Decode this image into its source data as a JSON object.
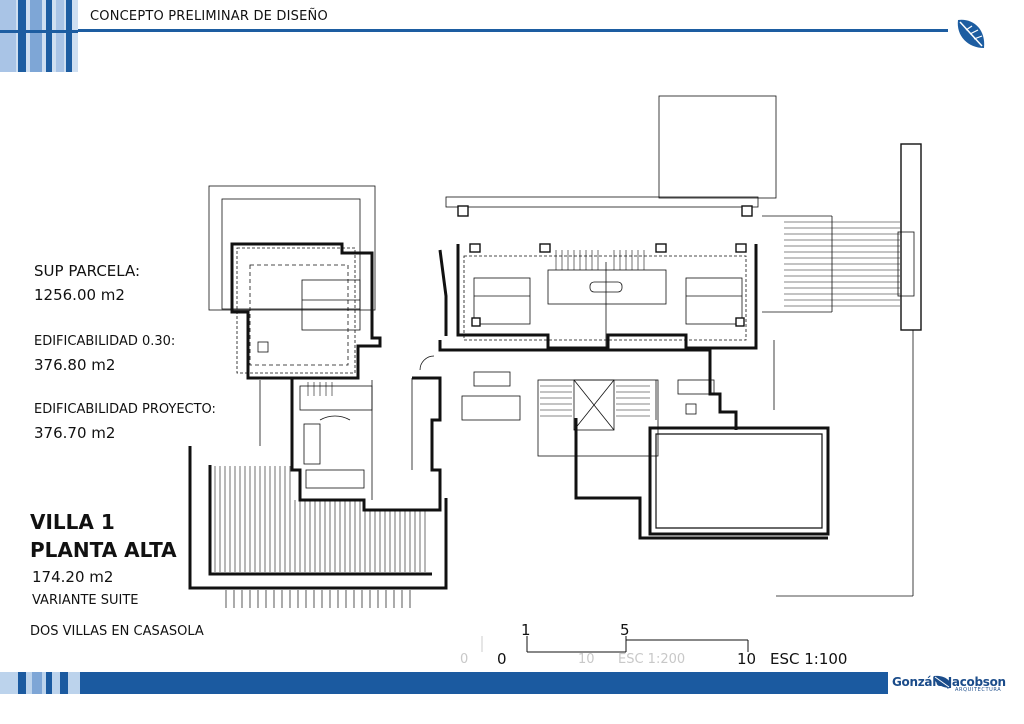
{
  "header": {
    "title": "CONCEPTO PRELIMINAR DE DISEÑO"
  },
  "plot_info": {
    "sup_parcela_label": "SUP PARCELA:",
    "sup_parcela_value": "1256.00 m2",
    "edificabilidad_label": "EDIFICABILIDAD 0.30:",
    "edificabilidad_value": "376.80 m2",
    "edificabilidad_proyecto_label": "EDIFICABILIDAD PROYECTO:",
    "edificabilidad_proyecto_value": "376.70 m2"
  },
  "villa": {
    "title_line1": "VILLA 1",
    "title_line2": "PLANTA ALTA",
    "area": "174.20 m2",
    "variant": "VARIANTE SUITE"
  },
  "project": {
    "name": "DOS VILLAS EN CASASOLA"
  },
  "scale_bar": {
    "top_labels": [
      "1",
      "5"
    ],
    "bottom_labels": [
      "0",
      "10"
    ],
    "ghost_labels": [
      "0",
      "10",
      "ESC 1:200"
    ],
    "scale_text": "ESC 1:100"
  },
  "footer": {
    "brand": "Gonzále   Jacobson",
    "brand_sub": "ARQUITECTURA"
  },
  "colors": {
    "accent": "#1d5da1",
    "footer": "#1b5aa0",
    "stripe_light": "#bcd3ec",
    "stripe_mid": "#7ea6d6"
  }
}
